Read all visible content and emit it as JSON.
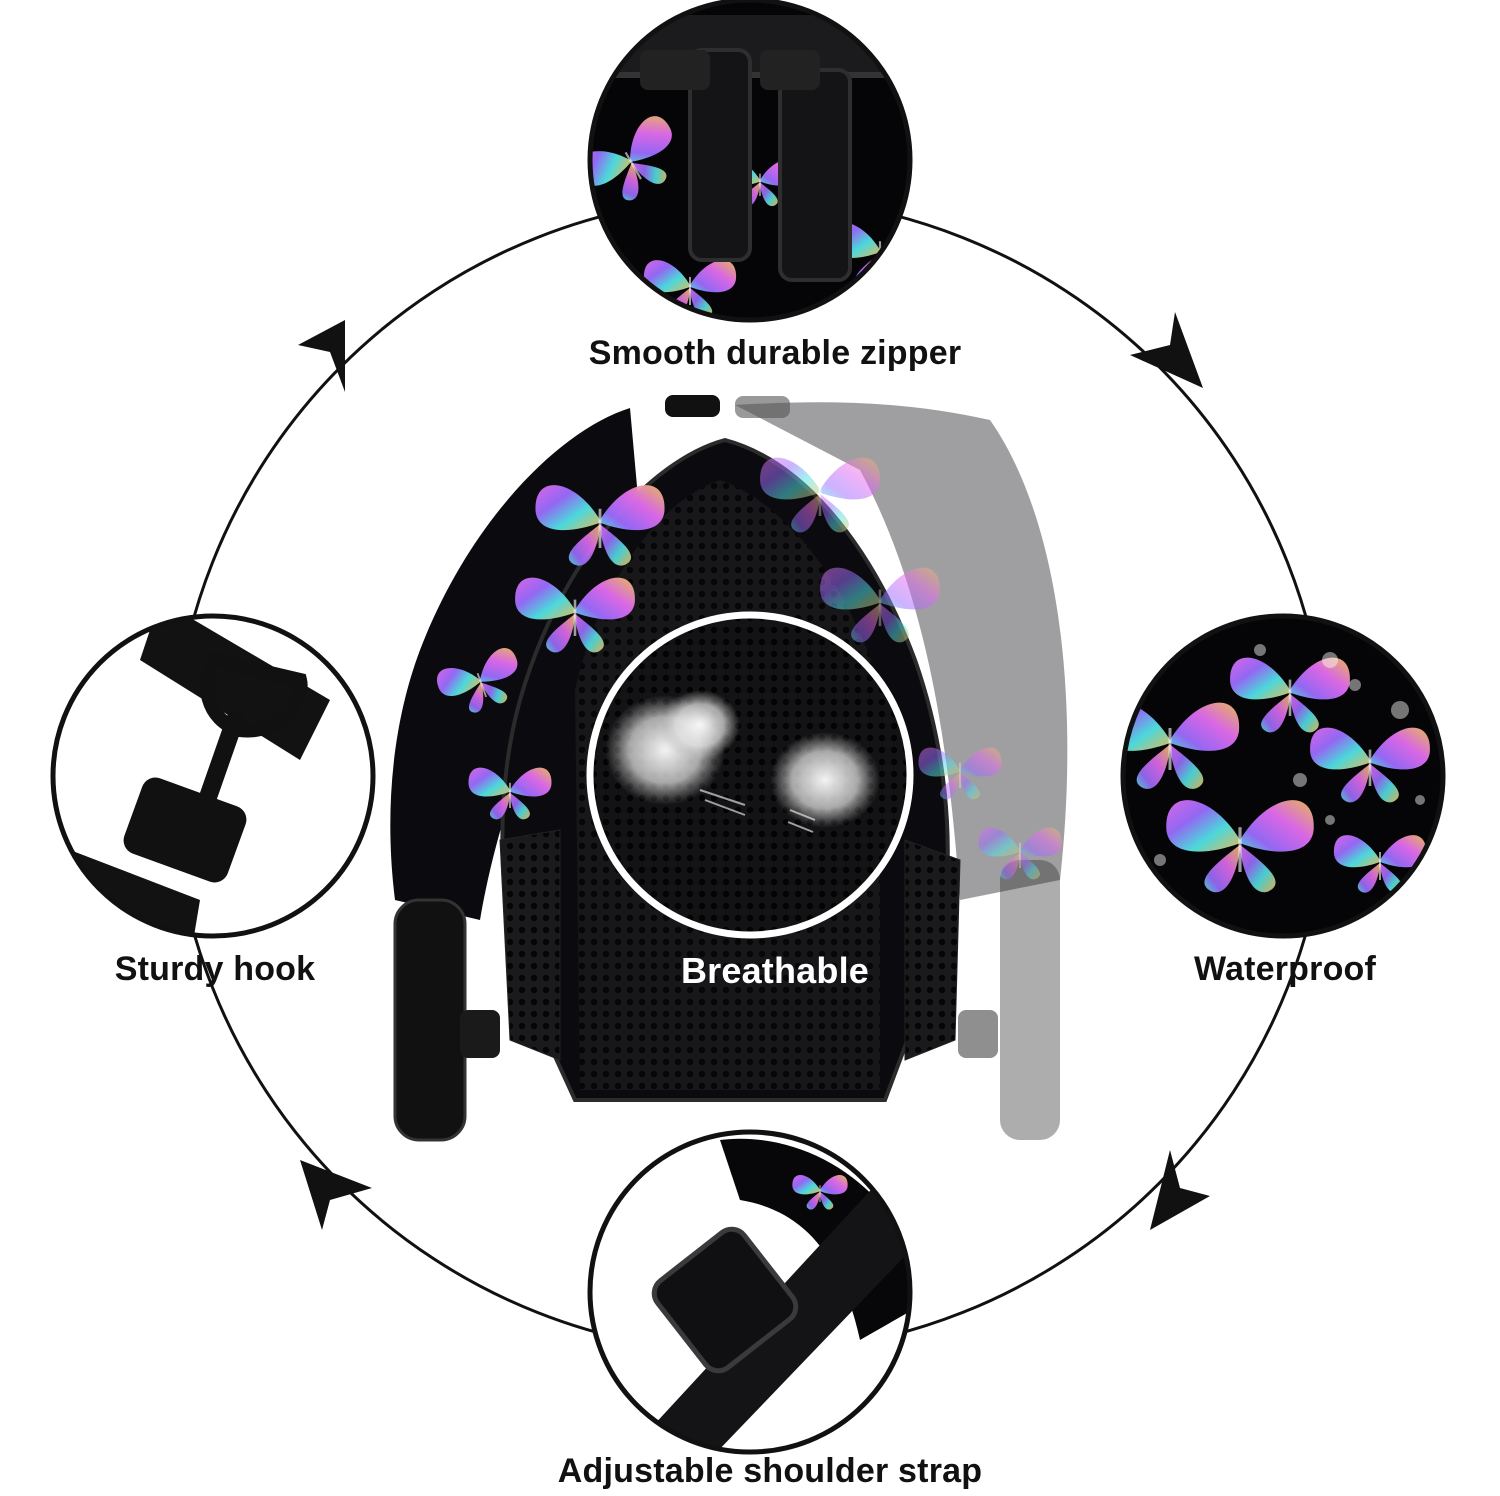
{
  "features": {
    "top": {
      "label": "Smooth durable zipper",
      "icon": "zipper-closeup"
    },
    "left": {
      "label": "Sturdy hook",
      "icon": "hook-closeup"
    },
    "center": {
      "label": "Breathable",
      "icon": "mesh-closeup"
    },
    "right": {
      "label": "Waterproof",
      "icon": "water-droplets-closeup"
    },
    "bottom": {
      "label": "Adjustable shoulder strap",
      "icon": "strap-buckle-closeup"
    }
  },
  "colors": {
    "background": "#ffffff",
    "ring": "#111111",
    "bag_body": "#0b0b0f",
    "butterfly_pink": "#e46cf0",
    "butterfly_cyan": "#4fe3e6",
    "butterfly_gold": "#f2c25a",
    "butterfly_violet": "#9b6cff"
  }
}
